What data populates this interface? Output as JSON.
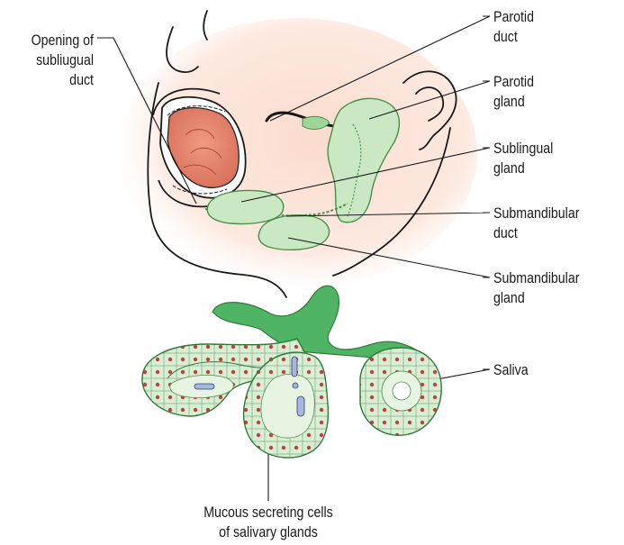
{
  "labels": {
    "opening_subliugual": {
      "line1": "Opening of",
      "line2": "subliugual",
      "line3": "duct"
    },
    "parotid_duct": {
      "line1": "Parotid",
      "line2": "duct"
    },
    "parotid_gland": {
      "line1": "Parotid",
      "line2": "gland"
    },
    "sublingual_gland": {
      "line1": "Sublingual",
      "line2": "gland"
    },
    "submandibular_duct": {
      "line1": "Submandibular",
      "line2": "duct"
    },
    "submandibular_gland": {
      "line1": "Submandibular",
      "line2": "gland"
    },
    "saliva": {
      "line1": "Saliva"
    },
    "mucous_cells": {
      "line1": "Mucous secreting cells",
      "line2": "of salivary glands"
    }
  },
  "colors": {
    "skin_tint": "#fbe3d8",
    "gland_green": "#c9e8c3",
    "gland_dark_green": "#4fb564",
    "tongue": "#e8866e",
    "cell_nucleus": "#c0413f",
    "saliva_blue": "#a8b6dc",
    "outline": "#1a1a1a"
  }
}
